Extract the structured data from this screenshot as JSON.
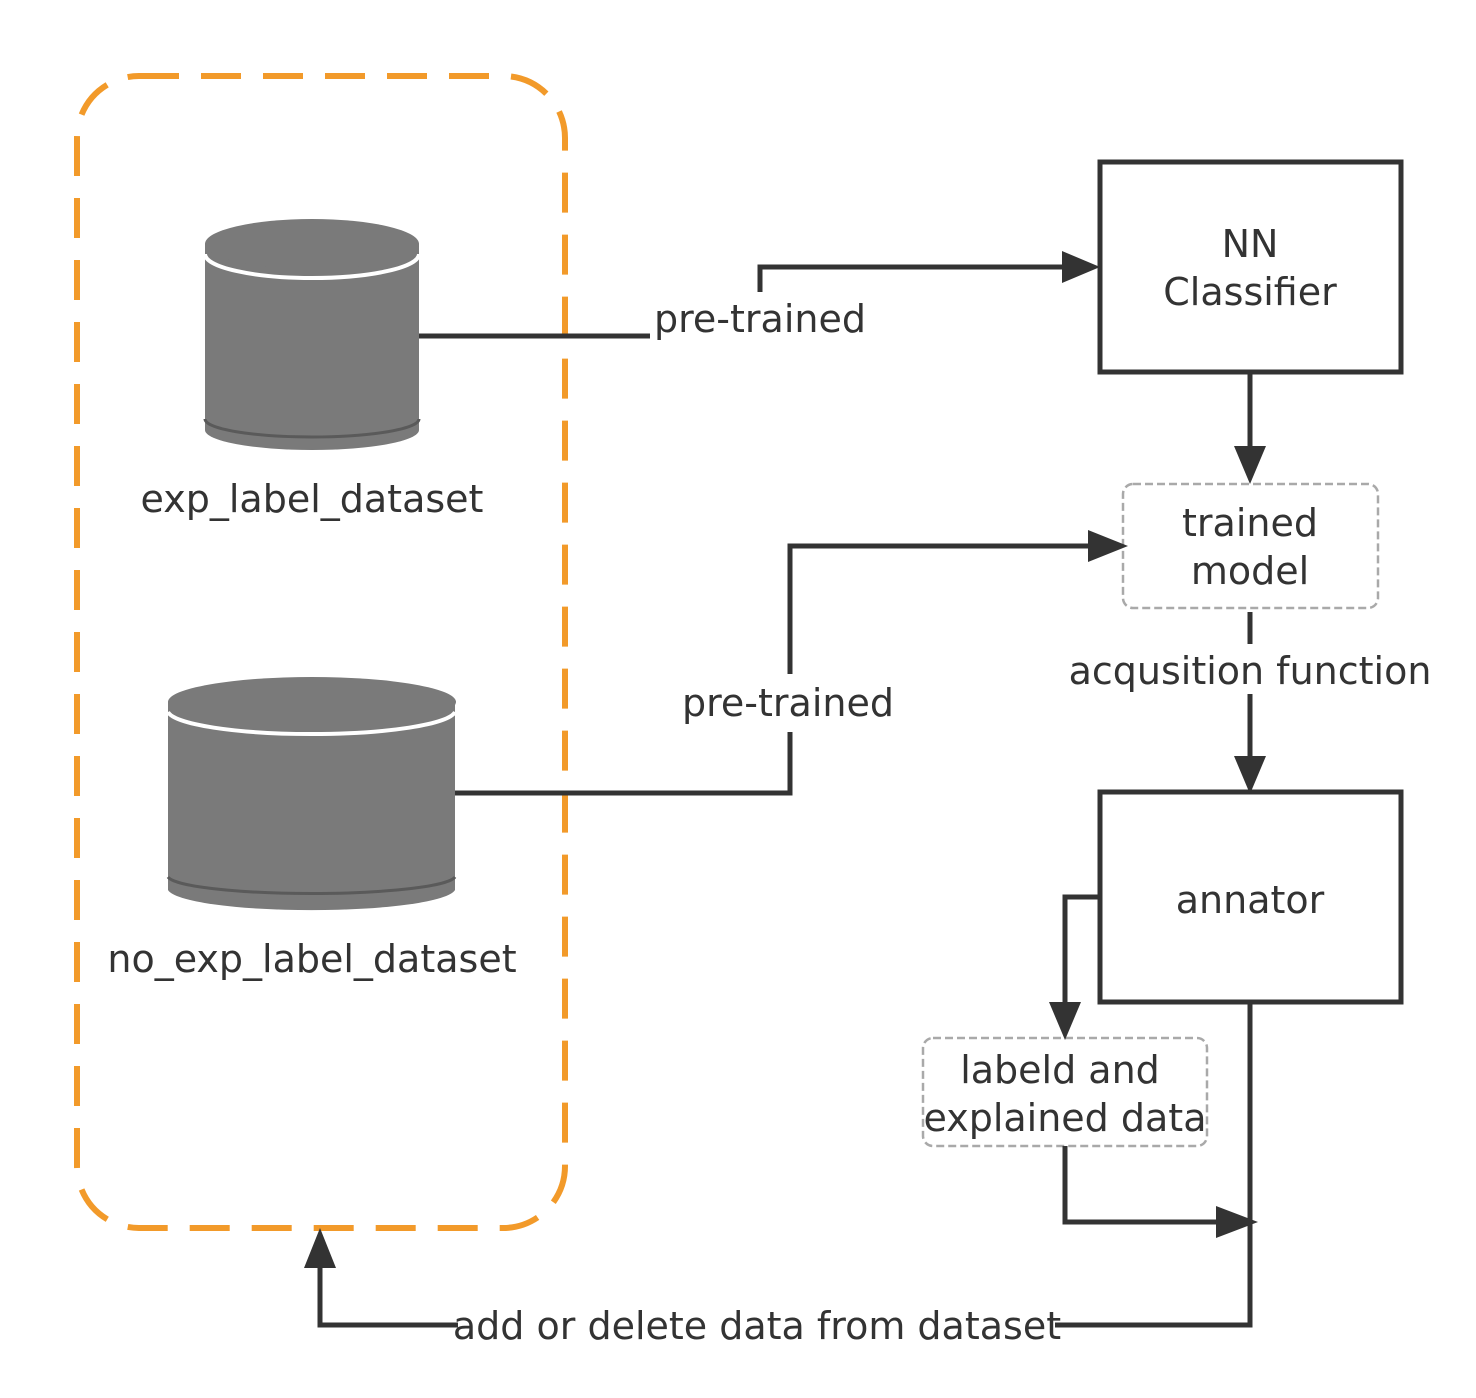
{
  "colors": {
    "stroke": "#333333",
    "group_border": "#F29A2A",
    "cylinder": "#7a7a7a",
    "cylinder_rim": "#ffffff",
    "dashed_box": "#a9a9a9",
    "text": "#333333"
  },
  "datasets": {
    "exp": {
      "label": "exp_label_dataset",
      "icon": "database-cylinder"
    },
    "no_exp": {
      "label": "no_exp_label_dataset",
      "icon": "database-cylinder"
    }
  },
  "nodes": {
    "classifier": {
      "line1": "NN",
      "line2": "Classifier"
    },
    "trained_model": {
      "line1": "trained",
      "line2": "model"
    },
    "annator": {
      "label": "annator"
    },
    "labeled_data": {
      "line1": "labeld and",
      "line2": "explained data"
    }
  },
  "edges": {
    "pretrained_top": "pre-trained",
    "pretrained_bottom": "pre-trained",
    "acquisition": "acqusition function",
    "feedback": "add or delete data from dataset"
  }
}
